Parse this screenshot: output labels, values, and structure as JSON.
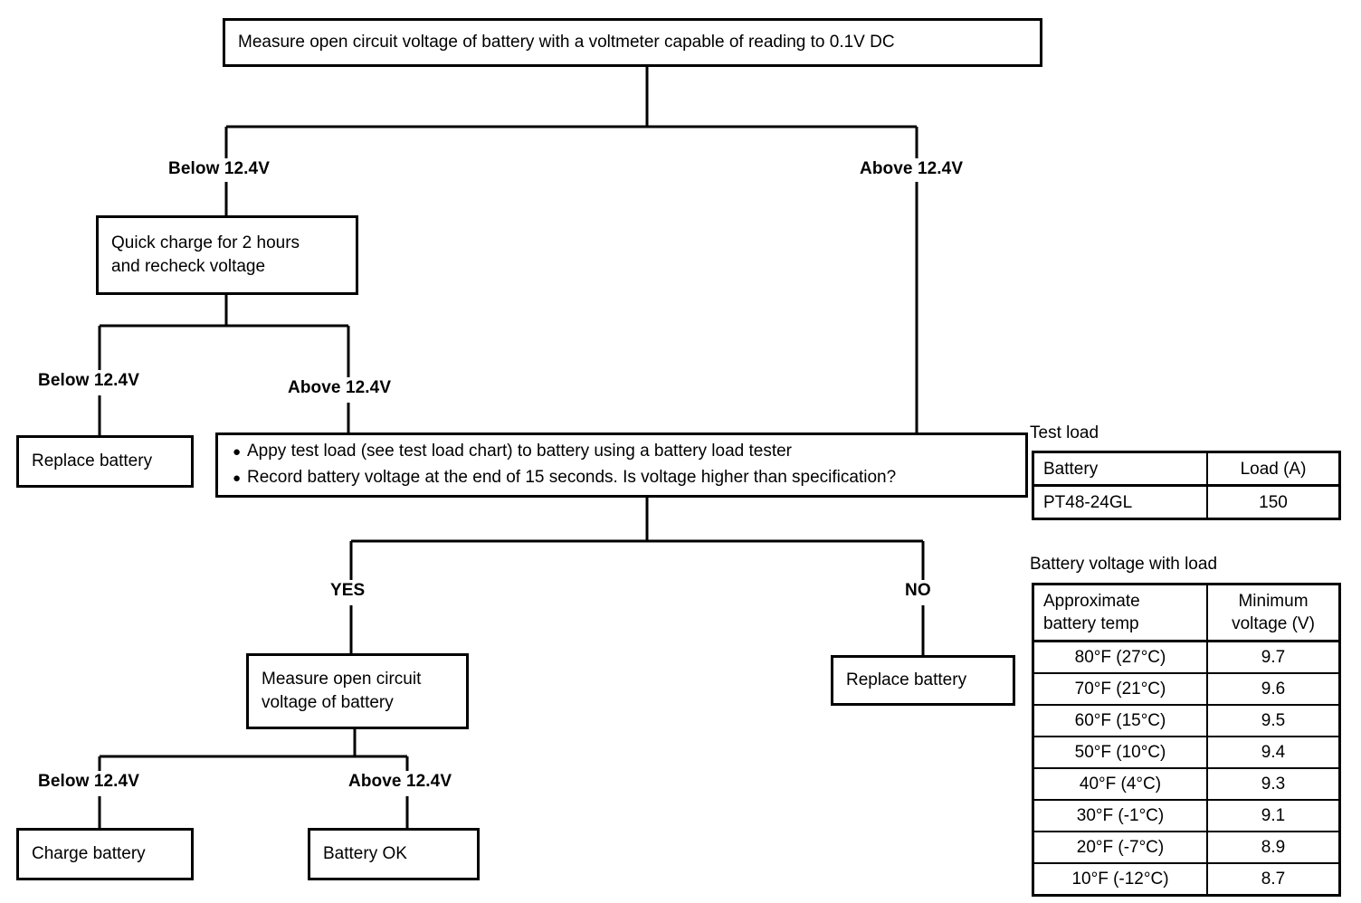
{
  "title": "Battery testing flowchart",
  "nodes": {
    "start": {
      "text": "Measure open circuit voltage of battery with a voltmeter capable of reading  to 0.1V DC"
    },
    "quick_charge": {
      "line1": "Quick charge for 2 hours",
      "line2": "and recheck voltage"
    },
    "replace_left": {
      "text": "Replace battery"
    },
    "load_test": {
      "bullet1": "Appy test load (see test load chart) to battery using a battery load tester",
      "bullet2": "Record battery voltage at the end of 15 seconds. Is voltage higher than specification?",
      "bullet_glyph": "●"
    },
    "measure_ocv": {
      "line1": "Measure open circuit",
      "line2": "voltage of battery"
    },
    "replace_right": {
      "text": "Replace battery"
    },
    "charge_battery": {
      "text": "Charge battery"
    },
    "battery_ok": {
      "text": "Battery OK"
    }
  },
  "edge_labels": {
    "top_below": "Below 12.4V",
    "top_above": "Above 12.4V",
    "mid_below": "Below 12.4V",
    "mid_above": "Above 12.4V",
    "yes": "YES",
    "no": "NO",
    "bottom_below": "Below 12.4V",
    "bottom_above": "Above 12.4V"
  },
  "test_load_panel": {
    "caption": "Test load",
    "headers": [
      "Battery",
      "Load (A)"
    ],
    "rows": [
      [
        "PT48-24GL",
        "150"
      ]
    ]
  },
  "voltage_panel": {
    "caption": "Battery voltage with load",
    "header_col1_line1": "Approximate",
    "header_col1_line2": "battery temp",
    "header_col2_line1": "Minimum",
    "header_col2_line2": "voltage (V)",
    "rows": [
      [
        "80°F (27°C)",
        "9.7"
      ],
      [
        "70°F (21°C)",
        "9.6"
      ],
      [
        "60°F (15°C)",
        "9.5"
      ],
      [
        "50°F (10°C)",
        "9.4"
      ],
      [
        "40°F (4°C)",
        "9.3"
      ],
      [
        "30°F (-1°C)",
        "9.1"
      ],
      [
        "20°F (-7°C)",
        "8.9"
      ],
      [
        "10°F (-12°C)",
        "8.7"
      ]
    ]
  },
  "colors": {
    "ink": "#000000",
    "paper": "#ffffff"
  }
}
